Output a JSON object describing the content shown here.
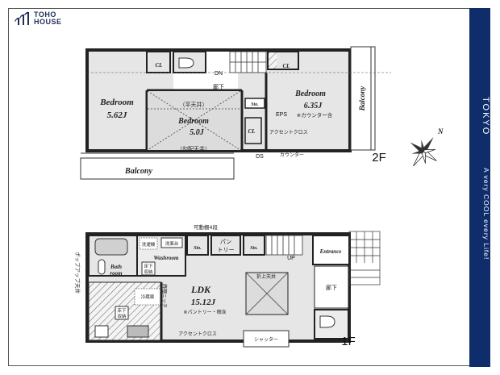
{
  "brand": {
    "name_line1": "TOHO",
    "name_line2": "HOUSE"
  },
  "sidebar": {
    "city": "TOKYO",
    "slogan": "A very COOL every Life!",
    "color": "#0f2c6b"
  },
  "compass": {
    "label": "N"
  },
  "floor2": {
    "floor_label": "2F",
    "rooms": {
      "bedroom_west": {
        "name": "Bedroom",
        "size": "5.62J"
      },
      "bedroom_center": {
        "name": "Bedroom",
        "size": "5.0J",
        "ceiling_top": "（平天井）",
        "ceiling_bottom": "（勾配天井）"
      },
      "bedroom_east": {
        "name": "Bedroom",
        "size": "6.35J",
        "note": "※カウンター含"
      },
      "balcony_south": "Balcony",
      "balcony_east": "Balcony",
      "hallway": "廊下",
      "closet_a": "CL",
      "closet_b": "CL",
      "closet_c": "CL",
      "storage": "Sto."
    },
    "annotations": {
      "down": "DN",
      "eps": "EPS",
      "accent_cloth": "アクセントクロス",
      "ds": "DS",
      "counter": "カウンター"
    }
  },
  "floor1": {
    "floor_label": "1F",
    "rooms": {
      "ldk": {
        "name": "LDK",
        "size": "15.12J",
        "note": "※パントリー・梱含"
      },
      "bath": {
        "name1": "Bath",
        "name2": "room"
      },
      "washroom": "Washroom",
      "entrance": "Entrance",
      "hallway": "廊下",
      "pantry": {
        "line1": "パン",
        "line2": "トリー"
      },
      "storage_a": "Sto.",
      "storage_b": "Sto."
    },
    "annotations": {
      "movable_shelf": "可動棚4段",
      "washer": "洗濯機",
      "wash_basin": "洗面台",
      "underfloor_storage_wash": [
        "床下",
        "収納"
      ],
      "underfloor_storage_kitchen": [
        "床下",
        "収納"
      ],
      "fridge": "冷蔵庫",
      "popup_ceiling": "ポップアップ天井",
      "niche": "飾棚ニッチ",
      "accent_cloth": "アクセントクロス",
      "raised_ceiling": "折上天井",
      "shutter": "シャッター",
      "up": "UP"
    }
  }
}
